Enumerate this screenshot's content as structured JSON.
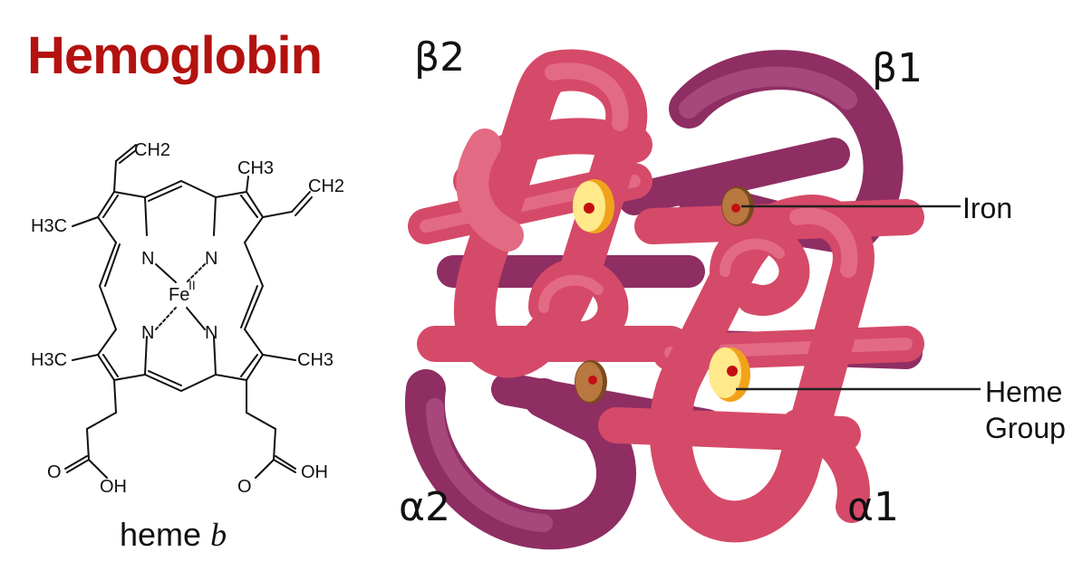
{
  "title": "Hemoglobin",
  "colors": {
    "title": "#b3120f",
    "ribbon_pink": "#d54a68",
    "ribbon_pink_light": "#e36a83",
    "ribbon_purple": "#8e2e63",
    "ribbon_purple_light": "#a7477c",
    "heme_yellow": "#ffe98a",
    "heme_edge": "#f0a31a",
    "iron_brown": "#b8783f",
    "iron_red": "#c40f12"
  },
  "molecule": {
    "caption_main": "heme ",
    "caption_italic": "b",
    "labels": {
      "vinyl_top": "CH2",
      "methyl_top_right": "CH3",
      "vinyl_right": "CH2",
      "methyl_left_upper": "H3C",
      "methyl_left_lower": "H3C",
      "methyl_right_lower": "CH3",
      "n_top_left": "N",
      "n_top_right": "N",
      "n_bottom_left": "N",
      "n_bottom_right": "N",
      "iron": "Fe",
      "iron_superscript": "II",
      "oxygen_left": "O",
      "oh_left": "OH",
      "oxygen_right": "O",
      "oh_right": "OH"
    }
  },
  "protein": {
    "subunits": {
      "beta2": "β2",
      "beta1": "β1",
      "alpha2": "α2",
      "alpha1": "α1"
    },
    "callouts": {
      "iron": "Iron",
      "heme_line1": "Heme",
      "heme_line2": "Group"
    }
  }
}
